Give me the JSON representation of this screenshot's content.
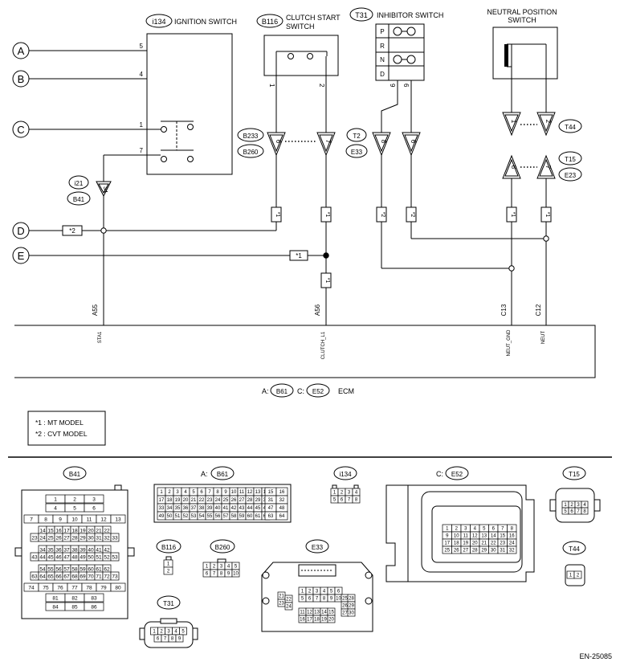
{
  "components": {
    "ignition_switch": {
      "id": "i134",
      "name": "IGNITION SWITCH"
    },
    "clutch_start_switch": {
      "id": "B116",
      "name_line1": "CLUTCH START",
      "name_line2": "SWITCH"
    },
    "inhibitor_switch": {
      "id": "T31",
      "name": "INHIBITOR SWITCH",
      "positions": [
        "P",
        "R",
        "N",
        "D"
      ]
    },
    "neutral_position_switch": {
      "name_line1": "NEUTRAL POSITION",
      "name_line2": "SWITCH"
    }
  },
  "terminals": [
    "A",
    "B",
    "C",
    "D",
    "E"
  ],
  "ignition_pins": {
    "a": "5",
    "b": "4",
    "c": "1",
    "d": "7"
  },
  "connector_tags": {
    "i21": "i21",
    "B41": "B41",
    "B233": "B233",
    "B260": "B260",
    "T2": "T2",
    "E33": "E33",
    "T44": "T44",
    "T15": "T15",
    "E23": "E23"
  },
  "connector_pins": {
    "p34": "34",
    "p6a": "6",
    "p7a": "7",
    "p8a": "8",
    "p6b": "6",
    "p1": "1",
    "p2": "2",
    "p8b": "8",
    "p7b": "7"
  },
  "switch_pins": {
    "cs1": "1",
    "cs2": "2",
    "inh9": "9",
    "inh6": "6"
  },
  "marks": {
    "mt": "*1",
    "cvt": "*2"
  },
  "ecm": {
    "pins": [
      {
        "num": "A55",
        "name": "STA1"
      },
      {
        "num": "A56",
        "name": "CLUTCH_L1"
      },
      {
        "num": "C13",
        "name": "NEUT_GND"
      },
      {
        "num": "C12",
        "name": "NEUT"
      }
    ],
    "caption_a": "A:",
    "caption_b61": "B61",
    "caption_c": "C:",
    "caption_e52": "E52",
    "caption_name": "ECM"
  },
  "legend": {
    "line1": "*1 : MT MODEL",
    "line2": "*2 : CVT MODEL"
  },
  "connectors": {
    "b41": {
      "label": "B41",
      "rows": [
        [
          "1",
          "2",
          "3"
        ],
        [
          "4",
          "5",
          "6"
        ],
        [
          "7",
          "8",
          "9",
          "10",
          "11",
          "12",
          "13"
        ],
        [
          "14",
          "15",
          "16",
          "17",
          "18",
          "19",
          "20",
          "21",
          "22"
        ],
        [
          "23",
          "24",
          "25",
          "26",
          "27",
          "28",
          "29",
          "30",
          "31",
          "32",
          "33"
        ],
        [
          "34",
          "35",
          "36",
          "37",
          "38",
          "39",
          "40",
          "41",
          "42"
        ],
        [
          "43",
          "44",
          "45",
          "46",
          "47",
          "48",
          "49",
          "50",
          "51",
          "52",
          "53"
        ],
        [
          "54",
          "55",
          "56",
          "57",
          "58",
          "59",
          "60",
          "61",
          "62"
        ],
        [
          "63",
          "64",
          "65",
          "66",
          "67",
          "68",
          "69",
          "70",
          "71",
          "72",
          "73"
        ],
        [
          "74",
          "75",
          "76",
          "77",
          "78",
          "79",
          "80"
        ],
        [
          "81",
          "82",
          "83"
        ],
        [
          "84",
          "85",
          "86"
        ]
      ]
    },
    "b61": {
      "label_prefix": "A:",
      "label": "B61",
      "rows": [
        [
          "1",
          "2",
          "3",
          "4",
          "5",
          "6",
          "7",
          "8",
          "9",
          "10",
          "11",
          "12",
          "13",
          "14"
        ],
        [
          "17",
          "18",
          "19",
          "20",
          "21",
          "22",
          "23",
          "24",
          "25",
          "26",
          "27",
          "28",
          "29",
          "30"
        ],
        [
          "33",
          "34",
          "35",
          "36",
          "37",
          "38",
          "39",
          "40",
          "41",
          "42",
          "43",
          "44",
          "45",
          "46"
        ],
        [
          "49",
          "50",
          "51",
          "52",
          "53",
          "54",
          "55",
          "56",
          "57",
          "58",
          "59",
          "60",
          "61",
          "62"
        ]
      ],
      "side_rows": [
        [
          "15",
          "16"
        ],
        [
          "31",
          "32"
        ],
        [
          "47",
          "48"
        ],
        [
          "63",
          "64"
        ]
      ]
    },
    "i134": {
      "label": "i134",
      "rows": [
        [
          "1",
          "2",
          "3",
          "4"
        ],
        [
          "5",
          "6",
          "7",
          "8"
        ]
      ]
    },
    "e52": {
      "label_prefix": "C:",
      "label": "E52",
      "rows": [
        [
          "1",
          "2",
          "3",
          "4",
          "5",
          "6",
          "7",
          "8"
        ],
        [
          "9",
          "10",
          "11",
          "12",
          "13",
          "14",
          "15",
          "16"
        ],
        [
          "17",
          "18",
          "19",
          "20",
          "21",
          "22",
          "23",
          "24"
        ],
        [
          "25",
          "26",
          "27",
          "28",
          "29",
          "30",
          "31",
          "32"
        ]
      ]
    },
    "t15": {
      "label": "T15",
      "rows": [
        [
          "1",
          "2",
          "3",
          "4"
        ],
        [
          "5",
          "6",
          "7",
          "8"
        ]
      ]
    },
    "t44": {
      "label": "T44",
      "rows": [
        [
          "1",
          "2"
        ]
      ]
    },
    "b116": {
      "label": "B116",
      "rows": [
        [
          "1"
        ],
        [
          "2"
        ]
      ]
    },
    "b260": {
      "label": "B260",
      "rows": [
        [
          "1",
          "2",
          "3",
          "4",
          "5"
        ],
        [
          "6",
          "7",
          "8",
          "9",
          "10"
        ]
      ]
    },
    "e33": {
      "label": "E33",
      "rows_top": [
        [
          "1",
          "2",
          "3",
          "4",
          "5",
          "6"
        ],
        [
          "5",
          "6",
          "7",
          "8",
          "9",
          "10"
        ]
      ],
      "rows_bottom": [
        [
          "11",
          "12",
          "13",
          "14",
          "15"
        ],
        [
          "16",
          "17",
          "18",
          "19",
          "20"
        ]
      ],
      "left": [
        "21",
        "22",
        "23",
        "24"
      ],
      "right": [
        "25",
        "26",
        "27",
        "28",
        "29",
        "30"
      ]
    },
    "t31": {
      "label": "T31",
      "rows": [
        [
          "1",
          "2",
          "3",
          "4",
          "5"
        ],
        [
          "6",
          "7",
          "8",
          "9"
        ]
      ]
    }
  },
  "doc_code": "EN-25085"
}
